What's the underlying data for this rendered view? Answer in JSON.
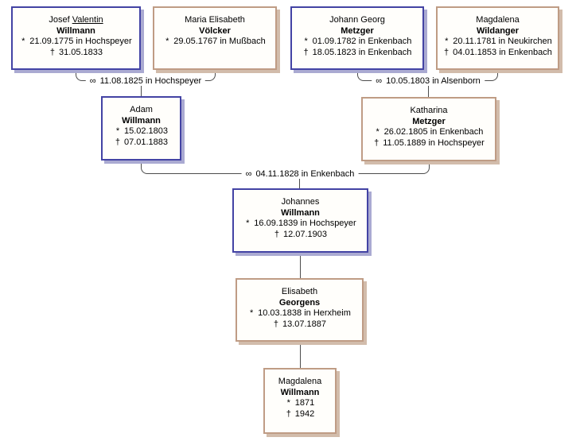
{
  "diagram": {
    "type": "family-tree-pedigree",
    "background_color": "#ffffff",
    "colors": {
      "male_box_border": "#4343a4",
      "male_box_shadow": "#aaaad2",
      "female_box_border": "#bf9c85",
      "female_box_shadow": "#d2bcab",
      "connector_line": "#4c4c4c",
      "text": "#000000",
      "box_fill": "#fffefb"
    },
    "symbols": {
      "birth": "*",
      "death": "†",
      "marriage": "∞"
    },
    "persons": [
      {
        "given_pre": "Josef ",
        "given_u": "Valentin",
        "surname": "Willmann",
        "b_sym": "*",
        "b_txt": "21.09.1775 in Hochspeyer",
        "d_sym": "†",
        "d_txt": "31.05.1833",
        "sex": "male"
      },
      {
        "given_pre": "Maria Elisabeth",
        "given_u": "",
        "surname": "Völcker",
        "b_sym": "*",
        "b_txt": "29.05.1767 in Mußbach",
        "d_sym": "",
        "d_txt": "",
        "sex": "female"
      },
      {
        "given_pre": "Johann Georg",
        "given_u": "",
        "surname": "Metzger",
        "b_sym": "*",
        "b_txt": "01.09.1782 in Enkenbach",
        "d_sym": "†",
        "d_txt": "18.05.1823 in Enkenbach",
        "sex": "male"
      },
      {
        "given_pre": "Magdalena",
        "given_u": "",
        "surname": "Wildanger",
        "b_sym": "*",
        "b_txt": "20.11.1781 in Neukirchen",
        "d_sym": "†",
        "d_txt": "04.01.1853 in Enkenbach",
        "sex": "female"
      },
      {
        "given_pre": "Adam",
        "given_u": "",
        "surname": "Willmann",
        "b_sym": "*",
        "b_txt": "15.02.1803",
        "d_sym": "†",
        "d_txt": "07.01.1883",
        "sex": "male"
      },
      {
        "given_pre": "Katharina",
        "given_u": "",
        "surname": "Metzger",
        "b_sym": "*",
        "b_txt": "26.02.1805 in Enkenbach",
        "d_sym": "†",
        "d_txt": "11.05.1889 in Hochspeyer",
        "sex": "female"
      },
      {
        "given_pre": "Johannes",
        "given_u": "",
        "surname": "Willmann",
        "b_sym": "*",
        "b_txt": "16.09.1839 in Hochspeyer",
        "d_sym": "†",
        "d_txt": "12.07.1903",
        "sex": "male"
      },
      {
        "given_pre": "Elisabeth",
        "given_u": "",
        "surname": "Georgens",
        "b_sym": "*",
        "b_txt": "10.03.1838 in Herxheim",
        "d_sym": "†",
        "d_txt": "13.07.1887",
        "sex": "female"
      },
      {
        "given_pre": "Magdalena",
        "given_u": "",
        "surname": "Willmann",
        "b_sym": "*",
        "b_txt": "1871",
        "d_sym": "†",
        "d_txt": "1942",
        "sex": "female"
      }
    ],
    "marriages": [
      {
        "sym": "∞",
        "label": "11.08.1825 in Hochspeyer"
      },
      {
        "sym": "∞",
        "label": "10.05.1803 in Alsenborn"
      },
      {
        "sym": "∞",
        "label": "04.11.1828 in Enkenbach"
      }
    ]
  }
}
